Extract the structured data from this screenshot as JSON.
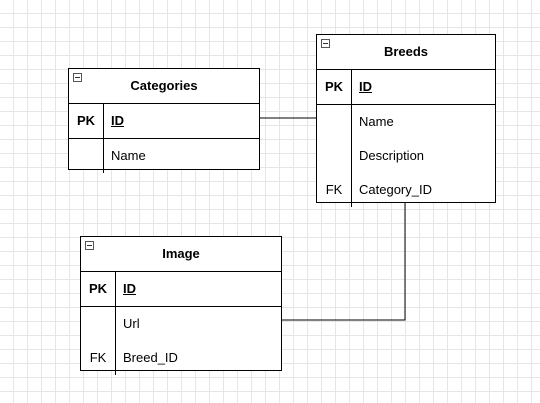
{
  "entities": {
    "categories": {
      "title": "Categories",
      "pk": {
        "key": "PK",
        "name": "ID"
      },
      "fields": [
        {
          "key": "",
          "name": "Name"
        }
      ]
    },
    "breeds": {
      "title": "Breeds",
      "pk": {
        "key": "PK",
        "name": "ID"
      },
      "fields": [
        {
          "key": "",
          "name": "Name"
        },
        {
          "key": "",
          "name": "Description"
        },
        {
          "key": "FK",
          "name": "Category_ID"
        }
      ]
    },
    "image": {
      "title": "Image",
      "pk": {
        "key": "PK",
        "name": "ID"
      },
      "fields": [
        {
          "key": "",
          "name": "Url"
        },
        {
          "key": "FK",
          "name": "Breed_ID"
        }
      ]
    }
  },
  "relationships": [
    {
      "from": "categories",
      "to": "breeds"
    },
    {
      "from": "image",
      "to": "breeds"
    }
  ]
}
